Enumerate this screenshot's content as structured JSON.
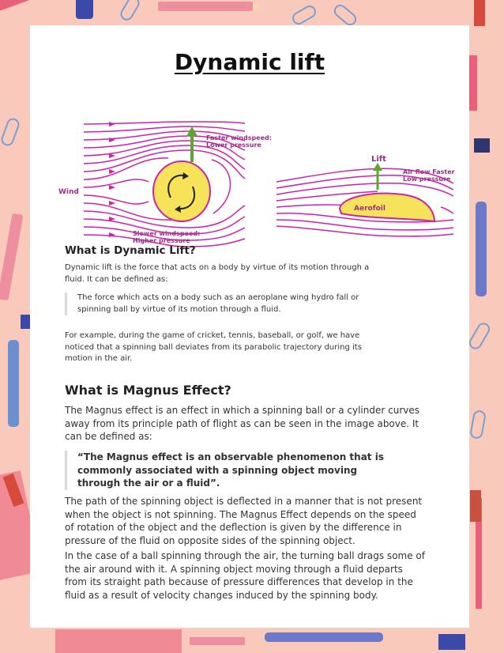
{
  "title": "Dynamic lift",
  "diagram": {
    "wind_label": "Wind",
    "faster_label_1": "Faster windspeed:",
    "faster_label_2": "Lower pressure",
    "slower_label_1": "Slower windspeed:",
    "slower_label_2": "Higher pressure",
    "lift_label": "Lift",
    "airflow_label_1": "Air flow Faster",
    "airflow_label_2": "Low pressure",
    "aerofoil_label": "Aerofoil",
    "colors": {
      "flow": "#cc22aa",
      "ball": "#f7e35a",
      "arrow": "#5aa830",
      "label": "#9b2f86"
    }
  },
  "section1": {
    "heading": "What is Dynamic Lift?",
    "para1": "Dynamic lift is the force that acts on a body by virtue of its motion through a fluid. It can be defined as:",
    "quote": "The force which acts on a body such as an aeroplane wing hydro fall or spinning ball by virtue of its motion through a fluid.",
    "para2": "For example, during the game of cricket, tennis, baseball, or golf, we have noticed that a spinning ball deviates from its parabolic trajectory during its motion in the air."
  },
  "section2": {
    "heading": "What is Magnus Effect?",
    "para1": "The Magnus effect is an effect in which a spinning ball or a cylinder curves away from its principle path of flight as can be seen in the image above. It can be defined as:",
    "quote": "“The Magnus effect is an observable phenomenon that is commonly associated with a spinning object moving through the air or a fluid”.",
    "para2": "The path of the spinning object is deflected in a manner that is not present when the object is not spinning. The Magnus Effect depends on the speed of rotation of the object and the deflection is given by the difference in pressure of the fluid on opposite sides of the spinning object.",
    "para3": "In the case of a ball spinning through the air, the turning ball drags some of the air around with it. A spinning object moving through a fluid departs from its straight path because of pressure differences that develop in the fluid as a result of velocity changes induced by the spinning body."
  }
}
